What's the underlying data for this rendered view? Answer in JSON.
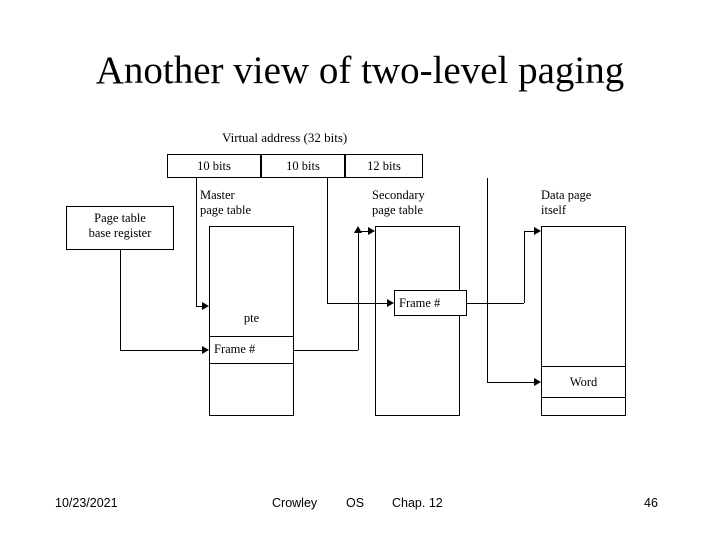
{
  "slide": {
    "title": "Another view of two-level paging",
    "footer": {
      "date": "10/23/2021",
      "author": "Crowley",
      "course": "OS",
      "chapter": "Chap. 12",
      "page": "46"
    }
  },
  "diagram": {
    "virtual_address_label": "Virtual address (32 bits)",
    "address_fields": [
      {
        "label": "10 bits"
      },
      {
        "label": "10 bits"
      },
      {
        "label": "12 bits"
      }
    ],
    "boxes": [
      {
        "name": "page-table-base-register",
        "label": "Page table\nbase register"
      },
      {
        "name": "master-page-table",
        "label": "Master\npage table"
      },
      {
        "name": "secondary-page-table",
        "label": "Secondary\npage table"
      },
      {
        "name": "data-page",
        "label": "Data page\nitself"
      }
    ],
    "cells": [
      {
        "name": "pte-label",
        "label": "pte"
      },
      {
        "name": "master-frame-cell",
        "label": "Frame #"
      },
      {
        "name": "secondary-frame-cell",
        "label": "Frame #"
      },
      {
        "name": "word-cell",
        "label": "Word"
      }
    ],
    "colors": {
      "stroke": "#000000",
      "background": "#ffffff",
      "text": "#000000"
    }
  }
}
